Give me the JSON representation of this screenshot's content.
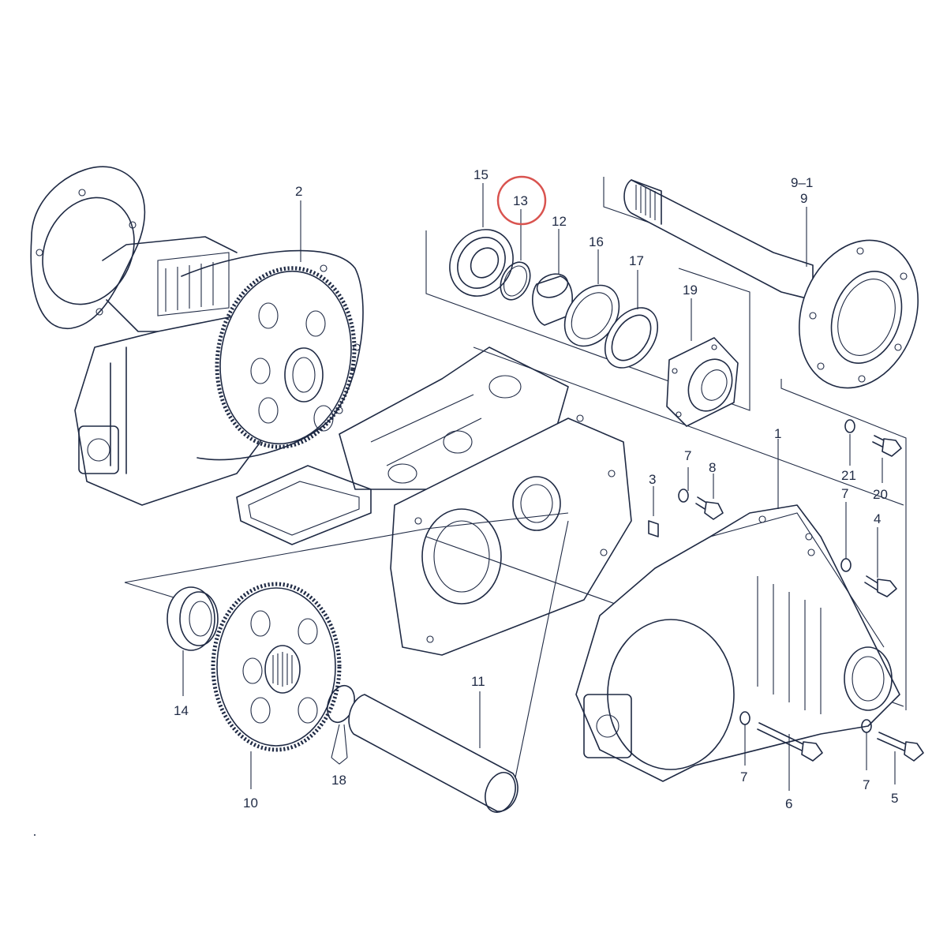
{
  "diagram": {
    "highlight_color": "#d9534f",
    "line_color": "#1f2a44",
    "highlighted_part": "13",
    "callouts": [
      {
        "id": "c2",
        "label": "2"
      },
      {
        "id": "c15",
        "label": "15"
      },
      {
        "id": "c13",
        "label": "13",
        "highlighted": true
      },
      {
        "id": "c12",
        "label": "12"
      },
      {
        "id": "c16",
        "label": "16"
      },
      {
        "id": "c17",
        "label": "17"
      },
      {
        "id": "c19",
        "label": "19"
      },
      {
        "id": "c9_1",
        "label": "9–1"
      },
      {
        "id": "c9",
        "label": "9"
      },
      {
        "id": "c1",
        "label": "1"
      },
      {
        "id": "c21",
        "label": "21"
      },
      {
        "id": "c20",
        "label": "20"
      },
      {
        "id": "c7a",
        "label": "7"
      },
      {
        "id": "c8",
        "label": "8"
      },
      {
        "id": "c3",
        "label": "3"
      },
      {
        "id": "c7b",
        "label": "7"
      },
      {
        "id": "c4",
        "label": "4"
      },
      {
        "id": "c14",
        "label": "14"
      },
      {
        "id": "c10",
        "label": "10"
      },
      {
        "id": "c18",
        "label": "18"
      },
      {
        "id": "c11",
        "label": "11"
      },
      {
        "id": "c7c",
        "label": "7"
      },
      {
        "id": "c6",
        "label": "6"
      },
      {
        "id": "c7d",
        "label": "7"
      },
      {
        "id": "c5",
        "label": "5"
      }
    ]
  }
}
